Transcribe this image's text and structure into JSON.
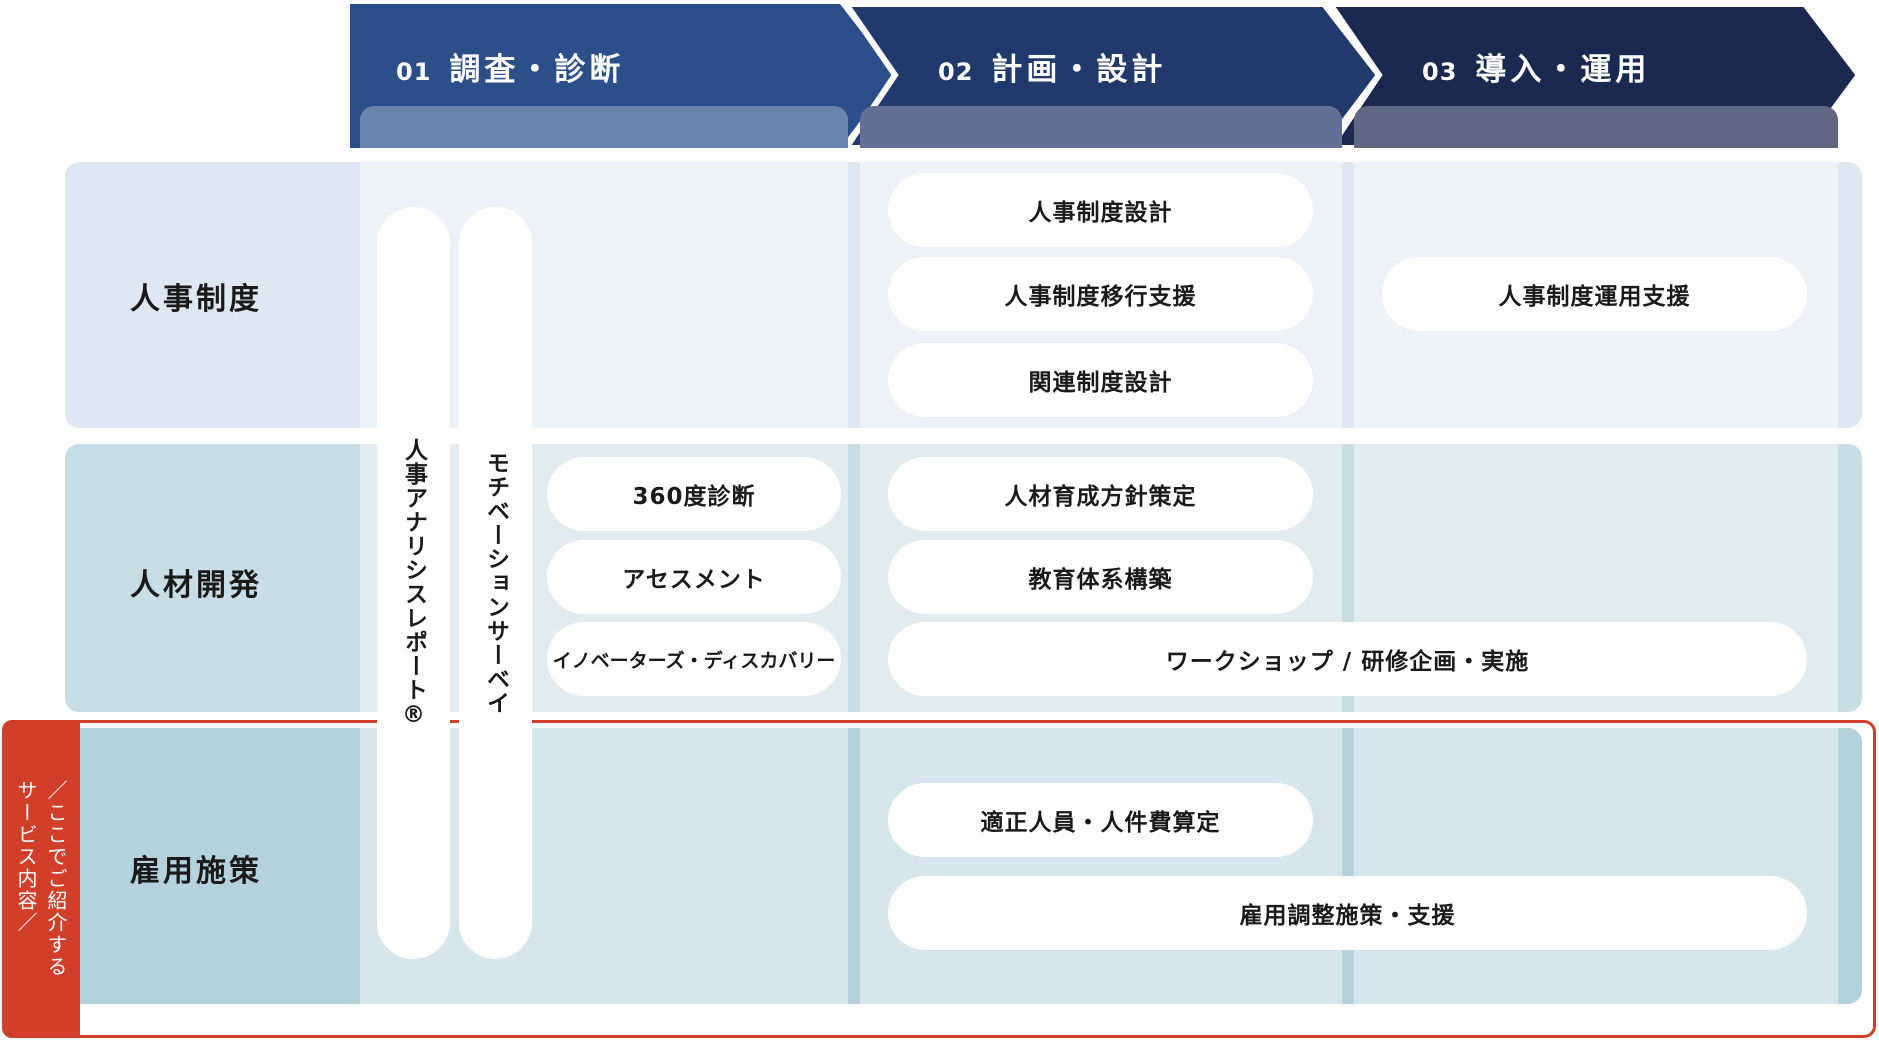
{
  "colors": {
    "phase1": "#2c4f8a",
    "phase2": "#223a6b",
    "phase3": "#1b2850",
    "row_hr": "#dde8f2",
    "row_dev": "#c9dde6",
    "row_emp": "#b4d1dc",
    "highlight": "#d13f2b"
  },
  "phases": [
    {
      "num": "01",
      "label": "調査・診断"
    },
    {
      "num": "02",
      "label": "計画・設計"
    },
    {
      "num": "03",
      "label": "導入・運用"
    }
  ],
  "rows": [
    {
      "label": "人事制度"
    },
    {
      "label": "人材開発"
    },
    {
      "label": "雇用施策"
    }
  ],
  "vertical_services": [
    {
      "label": "人事アナリシスレポート®"
    },
    {
      "label": "モチベーションサーベイ"
    }
  ],
  "services": {
    "hr_design": "人事制度設計",
    "hr_transition": "人事制度移行支援",
    "related_design": "関連制度設計",
    "hr_operation": "人事制度運用支援",
    "diag360": "360度診断",
    "assessment": "アセスメント",
    "innovators": "イノベーターズ・ディスカバリー",
    "dev_policy": "人材育成方針策定",
    "edu_system": "教育体系構築",
    "workshop": "ワークショップ / 研修企画・実施",
    "staffing": "適正人員・人件費算定",
    "employment_adj": "雇用調整施策・支援"
  },
  "highlight": {
    "line1": "／ここでご紹介する",
    "line2": "サービス内容／"
  }
}
